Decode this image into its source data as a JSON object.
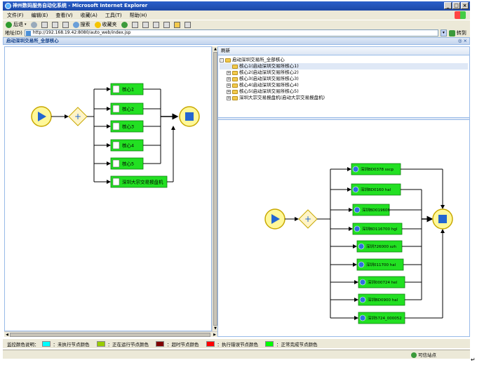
{
  "window": {
    "title": "神州数码服务自动化系统 - Microsoft Internet Explorer",
    "buttons": [
      "_",
      "□",
      "×"
    ]
  },
  "menubar": {
    "items": [
      "文件(F)",
      "编辑(E)",
      "查看(V)",
      "收藏(A)",
      "工具(T)",
      "帮助(H)"
    ]
  },
  "toolbar": {
    "back_label": "后退",
    "search_label": "搜索",
    "favorites_label": "收藏夹"
  },
  "addressbar": {
    "label": "地址(D)",
    "url": "http://192.168.19.42:8080/auto_web/index.jsp",
    "go_label": "转到"
  },
  "panel": {
    "title": "启动深圳交易所_全部核心",
    "tools": "◎ ×"
  },
  "right": {
    "refresh_label": "刷新",
    "tree": [
      {
        "label": "启动深圳交易所_全部核心",
        "expander": "-",
        "level": 0
      },
      {
        "label": "核心1(启动深圳交易所核心1)",
        "expander": "",
        "level": 1
      },
      {
        "label": "核心2(启动深圳交易所核心2)",
        "expander": "+",
        "level": 1
      },
      {
        "label": "核心3(启动深圳交易所核心3)",
        "expander": "+",
        "level": 1
      },
      {
        "label": "核心4(启动深圳交易所核心4)",
        "expander": "+",
        "level": 1
      },
      {
        "label": "核心5(启动深圳交易所核心5)",
        "expander": "+",
        "level": 1
      },
      {
        "label": "深圳大宗交易报盘机(启动大宗交易报盘机)",
        "expander": "+",
        "level": 1
      }
    ]
  },
  "flow_left": {
    "nodes": [
      "核心1",
      "核心2",
      "核心3",
      "核心4",
      "核心5",
      "深圳大宗交易报盘机"
    ],
    "color": "#22e022"
  },
  "flow_right": {
    "nodes": [
      "深圳BD0378 sscp",
      "深圳BD0160 hal",
      "深圳BD019606",
      "深圳BD116700 hgl",
      "深圳726000 szh",
      "深圳011700 hal",
      "深圳000724 hel",
      "深圳BD0900 hal",
      "深圳5724_000052"
    ],
    "color": "#22e022"
  },
  "legend": {
    "title": "监控颜色说明：",
    "items": [
      {
        "color": "#00ffff",
        "label": "：未执行节点颜色"
      },
      {
        "color": "#99cc00",
        "label": "：正在运行节点颜色"
      },
      {
        "color": "#800000",
        "label": "：超时节点颜色"
      },
      {
        "color": "#ff0000",
        "label": "：执行错误节点颜色"
      },
      {
        "color": "#00ff00",
        "label": "：正常完成节点颜色"
      }
    ]
  },
  "status": {
    "zone_label": "可信站点"
  }
}
